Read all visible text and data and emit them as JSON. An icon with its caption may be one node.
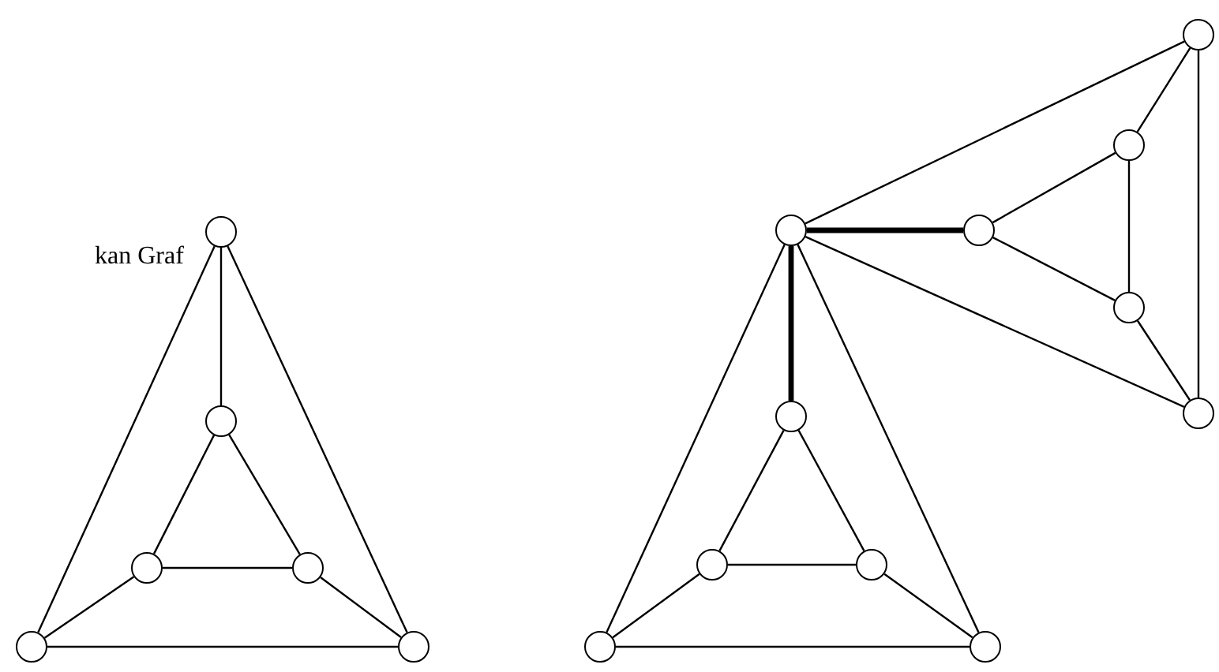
{
  "diagram": {
    "nodes": [
      {
        "text": [],
        "shape": "circle"
      },
      {
        "text": [],
        "shape": "circle"
      },
      {
        "text": [],
        "shape": "circle"
      },
      {
        "text": [],
        "shape": "circle"
      },
      {
        "text": [],
        "shape": "circle"
      },
      {
        "text": [],
        "shape": "circle"
      },
      {
        "text": [],
        "shape": "circle"
      },
      {
        "text": [],
        "shape": "circle"
      },
      {
        "text": [],
        "shape": "circle"
      },
      {
        "text": [],
        "shape": "circle"
      },
      {
        "text": [],
        "shape": "circle"
      },
      {
        "text": [],
        "shape": "circle"
      },
      {
        "text": [],
        "shape": "circle"
      },
      {
        "text": [],
        "shape": "circle"
      },
      {
        "text": [],
        "shape": "circle"
      },
      {
        "text": [],
        "shape": "circle"
      },
      {
        "text": [],
        "shape": "circle"
      }
    ],
    "edges": [
      {
        "from": 0,
        "to": 1,
        "arrow": "none"
      },
      {
        "from": 0,
        "to": 4,
        "arrow": "none"
      },
      {
        "from": 0,
        "to": 5,
        "arrow": "none"
      },
      {
        "from": 1,
        "to": 2,
        "arrow": "none"
      },
      {
        "from": 1,
        "to": 3,
        "arrow": "none"
      },
      {
        "from": 2,
        "to": 3,
        "arrow": "none"
      },
      {
        "from": 2,
        "to": 4,
        "arrow": "none"
      },
      {
        "from": 3,
        "to": 5,
        "arrow": "none"
      },
      {
        "from": 4,
        "to": 5,
        "arrow": "none"
      },
      {
        "from": 6,
        "to": 11,
        "arrow": "none",
        "style": "thick"
      },
      {
        "from": 6,
        "to": 14,
        "arrow": "none"
      },
      {
        "from": 6,
        "to": 15,
        "arrow": "none"
      },
      {
        "from": 11,
        "to": 12,
        "arrow": "none"
      },
      {
        "from": 11,
        "to": 13,
        "arrow": "none"
      },
      {
        "from": 12,
        "to": 13,
        "arrow": "none"
      },
      {
        "from": 12,
        "to": 14,
        "arrow": "none"
      },
      {
        "from": 13,
        "to": 15,
        "arrow": "none"
      },
      {
        "from": 14,
        "to": 15,
        "arrow": "none"
      },
      {
        "from": 6,
        "to": 8,
        "arrow": "none",
        "style": "thick"
      },
      {
        "from": 6,
        "to": 7,
        "arrow": "none"
      },
      {
        "from": 6,
        "to": 10,
        "arrow": "none"
      },
      {
        "from": 8,
        "to": 9,
        "arrow": "none"
      },
      {
        "from": 8,
        "to": 16,
        "arrow": "none"
      },
      {
        "from": 9,
        "to": 16,
        "arrow": "none"
      },
      {
        "from": 9,
        "to": 7,
        "arrow": "none"
      },
      {
        "from": 16,
        "to": 10,
        "arrow": "none"
      },
      {
        "from": 7,
        "to": 10,
        "arrow": "none"
      }
    ],
    "labels": [
      "kan Graf"
    ]
  }
}
